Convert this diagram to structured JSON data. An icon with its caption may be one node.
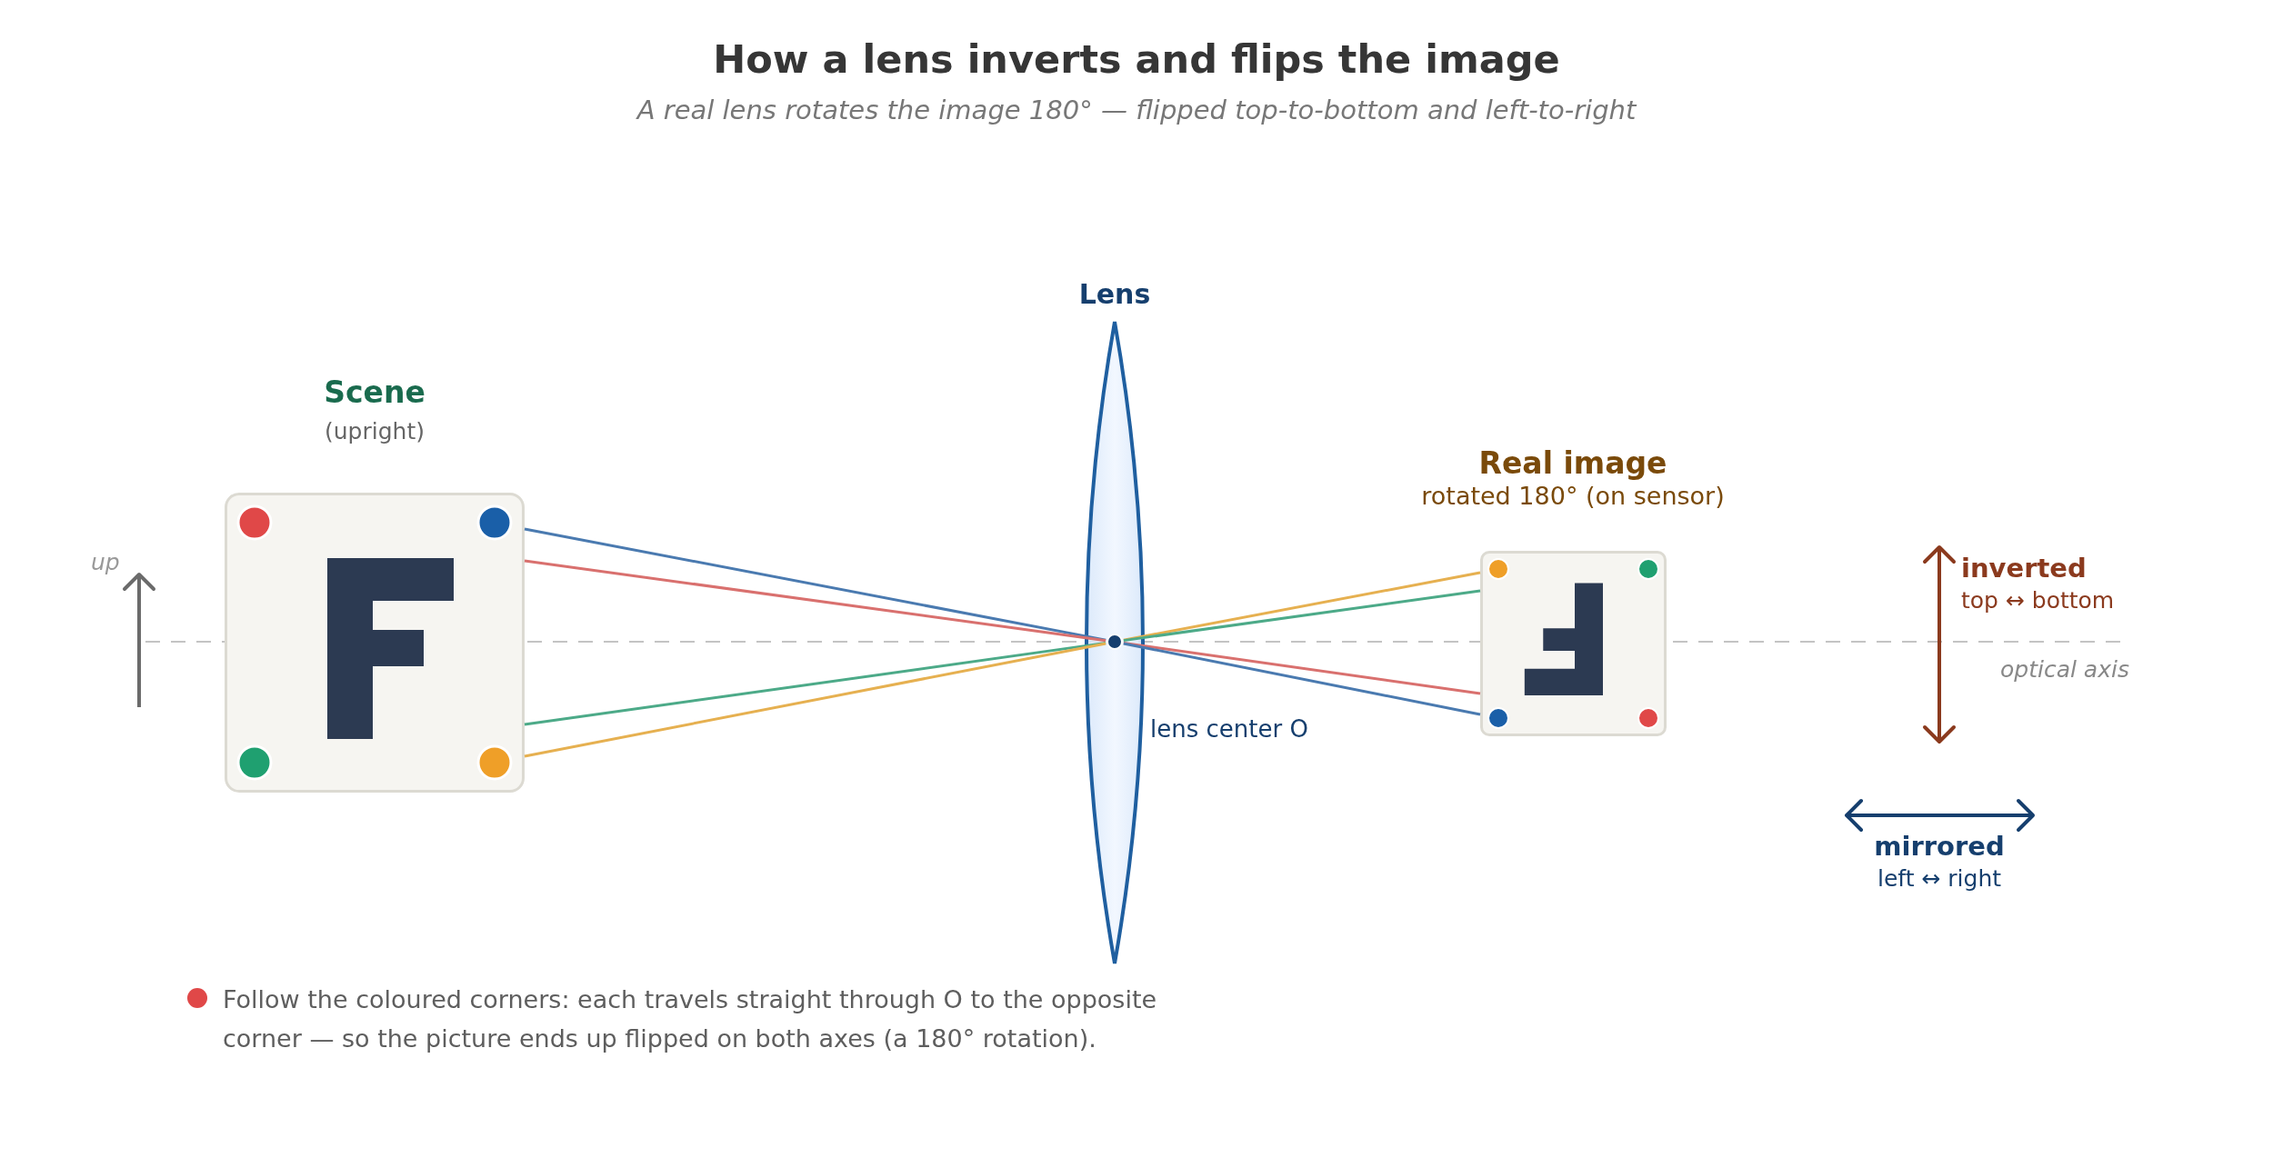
{
  "diagram": {
    "title": "How a lens inverts and flips the image",
    "caption": "A real lens rotates the image 180° — flipped top-to-bottom and left-to-right",
    "nodes": [
      {
        "text": [
          "Scene",
          "(upright)"
        ]
      },
      {
        "text": [
          "Lens"
        ]
      },
      {
        "text": [],
        "shape": "circle",
        "in": 1,
        "beside": [
          "lens center O"
        ]
      },
      {
        "text": [
          "Real image",
          "rotated 180° (on sensor)"
        ]
      }
    ],
    "edges": [
      {
        "from": 0,
        "to": 2,
        "arrow": "none",
        "color": "#4a7ab0"
      },
      {
        "from": 0,
        "to": 2,
        "arrow": "none",
        "color": "#d9706e"
      },
      {
        "from": 0,
        "to": 2,
        "arrow": "none",
        "color": "#4caa88"
      },
      {
        "from": 0,
        "to": 2,
        "arrow": "none",
        "color": "#e6b050"
      },
      {
        "from": 2,
        "to": 3,
        "arrow": "none",
        "color": "#e6b050"
      },
      {
        "from": 2,
        "to": 3,
        "arrow": "none",
        "color": "#4caa88"
      },
      {
        "from": 2,
        "to": 3,
        "arrow": "none",
        "color": "#d9706e"
      },
      {
        "from": 2,
        "to": 3,
        "arrow": "none",
        "color": "#4a7ab0"
      }
    ],
    "labels": [
      "up",
      "inverted",
      "top ↔ bottom",
      "optical axis",
      "mirrored",
      "left ↔ right",
      "Follow the coloured corners: each travels straight through O to the opposite corner — so the picture ends up flipped on both axes (a 180° rotation)."
    ]
  }
}
